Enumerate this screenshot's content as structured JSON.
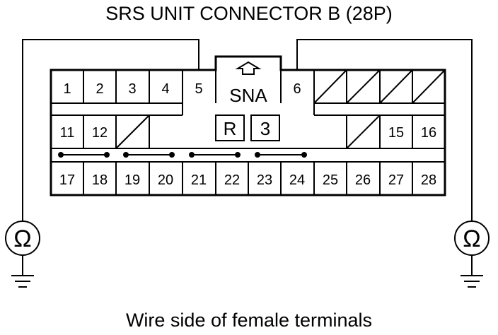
{
  "title": "SRS UNIT CONNECTOR B (28P)",
  "caption": "Wire side of female terminals",
  "connector": {
    "lock_label": "SNA",
    "marker_r": "R",
    "marker_3": "3",
    "row1": [
      "1",
      "2",
      "3",
      "4",
      "5",
      "6"
    ],
    "row2": [
      "11",
      "12",
      "15",
      "16"
    ],
    "row3": [
      "17",
      "18",
      "19",
      "20",
      "21",
      "22",
      "23",
      "24",
      "25",
      "26",
      "27",
      "28"
    ]
  },
  "meters": {
    "left_symbol": "Ω",
    "right_symbol": "Ω"
  }
}
